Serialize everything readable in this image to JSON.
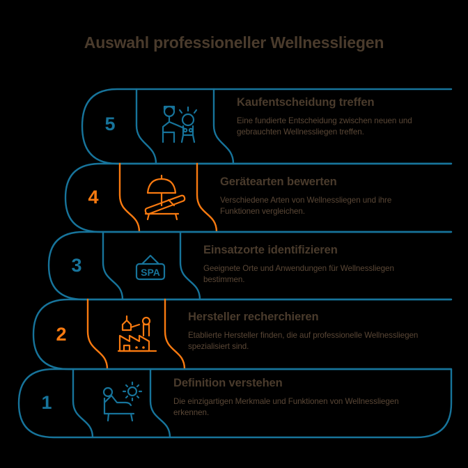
{
  "title": "Auswahl professioneller Wellnessliegen",
  "theme": {
    "background": "#000000",
    "blue": "#17749b",
    "orange": "#f97a10",
    "text_brown": "#4a3b2c",
    "desc_brown": "#5a4736"
  },
  "steps": [
    {
      "number": "5",
      "color": "#17749b",
      "accent": "blue",
      "icon": "consultation-person-icon",
      "heading": "Kaufentscheidung treffen",
      "description": "Eine fundierte Entscheidung zwischen neuen und gebrauchten Wellnessliegen treffen."
    },
    {
      "number": "4",
      "color": "#f97a10",
      "accent": "orange",
      "icon": "sun-lounger-parasol-icon",
      "heading": "Gerätearten bewerten",
      "description": "Verschiedene Arten von Wellnessliegen und ihre Funktionen vergleichen."
    },
    {
      "number": "3",
      "color": "#17749b",
      "accent": "blue",
      "icon": "spa-sign-icon",
      "heading": "Einsatzorte identifizieren",
      "description": "Geeignete Orte und Anwendungen für Wellnessliegen bestimmen."
    },
    {
      "number": "2",
      "color": "#f97a10",
      "accent": "orange",
      "icon": "factory-icon",
      "heading": "Hersteller recherchieren",
      "description": "Etablierte Hersteller finden, die auf professionelle Wellnessliegen spezialisiert sind."
    },
    {
      "number": "1",
      "color": "#17749b",
      "accent": "blue",
      "icon": "person-lounger-sun-icon",
      "heading": "Definition verstehen",
      "description": "Die einzigartigen Merkmale und Funktionen von Wellnessliegen erkennen."
    }
  ]
}
